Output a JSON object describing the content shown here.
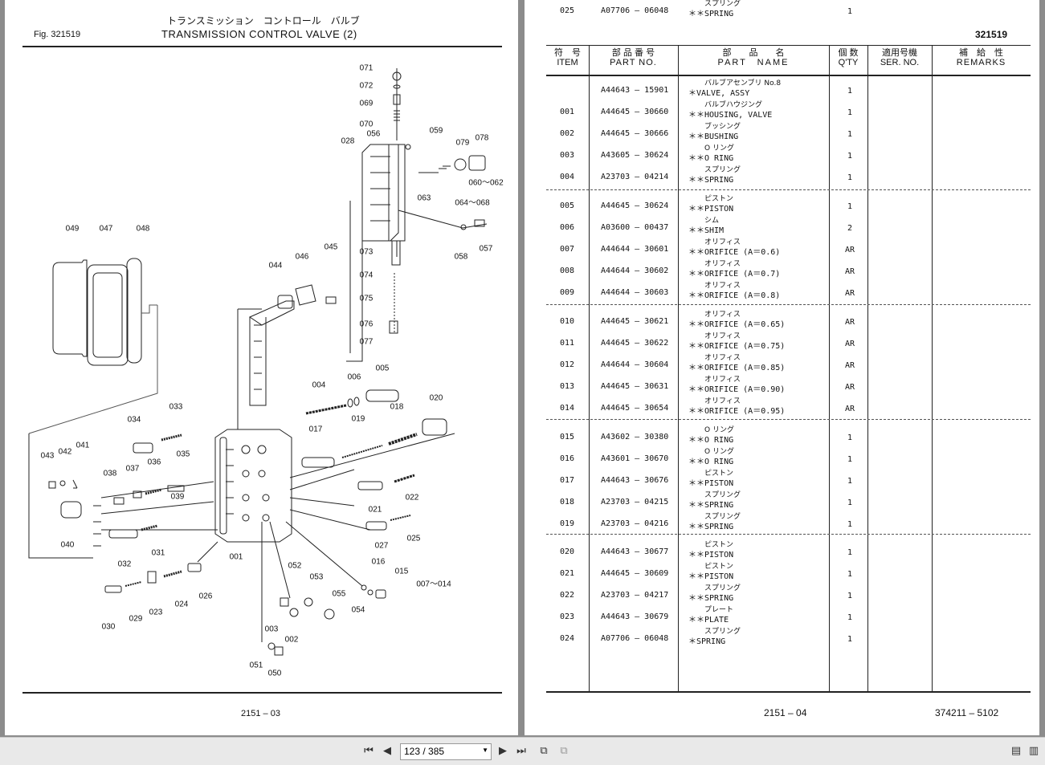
{
  "left_page": {
    "title_jp": "トランスミッション　コントロール　バルブ",
    "fig_label": "Fig. 321519",
    "title_en": "TRANSMISSION CONTROL VALVE (2)",
    "page_number": "2151 – 03",
    "callouts": [
      "071",
      "072",
      "069",
      "070",
      "059",
      "079",
      "078",
      "028",
      "056",
      "063",
      "060～062",
      "064～068",
      "073",
      "074",
      "075",
      "076",
      "077",
      "058",
      "057",
      "049",
      "047",
      "048",
      "044",
      "046",
      "045",
      "004",
      "006",
      "005",
      "020",
      "019",
      "018",
      "017",
      "034",
      "033",
      "043",
      "042",
      "041",
      "038",
      "037",
      "036",
      "035",
      "039",
      "022",
      "021",
      "025",
      "027",
      "040",
      "032",
      "031",
      "001",
      "052",
      "053",
      "016",
      "015",
      "007～014",
      "055",
      "054",
      "003",
      "002",
      "051",
      "050",
      "030",
      "029",
      "023",
      "024",
      "026"
    ]
  },
  "right_page": {
    "fig_number": "321519",
    "headers": {
      "item_jp": "符　号",
      "item_en": "ITEM",
      "part_no_jp": "部 品 番 号",
      "part_no_en": "PART NO.",
      "part_name_jp": "部　　品　　名",
      "part_name_en": "PART　NAME",
      "qty_jp": "個 数",
      "qty_en": "Q'TY",
      "ser_jp": "適用号機",
      "ser_en": "SER. NO.",
      "remarks_jp": "補　給　性",
      "remarks_en": "REMARKS"
    },
    "rows": [
      {
        "item": "",
        "part_no": "A44643 – 15901",
        "name_jp": "バルブアセンブリ No.8",
        "name_en": "＊VALVE, ASSY",
        "qty": "1"
      },
      {
        "item": "001",
        "part_no": "A44645 – 30660",
        "name_jp": "バルブハウジング",
        "name_en": "＊＊HOUSING, VALVE",
        "qty": "1"
      },
      {
        "item": "002",
        "part_no": "A44645 – 30666",
        "name_jp": "ブッシング",
        "name_en": "＊＊BUSHING",
        "qty": "1"
      },
      {
        "item": "003",
        "part_no": "A43605 – 30624",
        "name_jp": "O リング",
        "name_en": "＊＊O  RING",
        "qty": "1"
      },
      {
        "item": "004",
        "part_no": "A23703 – 04214",
        "name_jp": "スプリング",
        "name_en": "＊＊SPRING",
        "qty": "1"
      },
      {
        "item": "005",
        "part_no": "A44645 – 30624",
        "name_jp": "ピストン",
        "name_en": "＊＊PISTON",
        "qty": "1"
      },
      {
        "item": "006",
        "part_no": "A03600 – 00437",
        "name_jp": "シム",
        "name_en": "＊＊SHIM",
        "qty": "2"
      },
      {
        "item": "007",
        "part_no": "A44644 – 30601",
        "name_jp": "オリフィス",
        "name_en": "＊＊ORIFICE (A＝0.6)",
        "qty": "AR"
      },
      {
        "item": "008",
        "part_no": "A44644 – 30602",
        "name_jp": "オリフィス",
        "name_en": "＊＊ORIFICE (A＝0.7)",
        "qty": "AR"
      },
      {
        "item": "009",
        "part_no": "A44644 – 30603",
        "name_jp": "オリフィス",
        "name_en": "＊＊ORIFICE (A＝0.8)",
        "qty": "AR"
      },
      {
        "item": "010",
        "part_no": "A44645 – 30621",
        "name_jp": "オリフィス",
        "name_en": "＊＊ORIFICE (A＝0.65)",
        "qty": "AR"
      },
      {
        "item": "011",
        "part_no": "A44645 – 30622",
        "name_jp": "オリフィス",
        "name_en": "＊＊ORIFICE (A＝0.75)",
        "qty": "AR"
      },
      {
        "item": "012",
        "part_no": "A44644 – 30604",
        "name_jp": "オリフィス",
        "name_en": "＊＊ORIFICE (A＝0.85)",
        "qty": "AR"
      },
      {
        "item": "013",
        "part_no": "A44645 – 30631",
        "name_jp": "オリフィス",
        "name_en": "＊＊ORIFICE (A＝0.90)",
        "qty": "AR"
      },
      {
        "item": "014",
        "part_no": "A44645 – 30654",
        "name_jp": "オリフィス",
        "name_en": "＊＊ORIFICE (A＝0.95)",
        "qty": "AR"
      },
      {
        "item": "015",
        "part_no": "A43602 – 30380",
        "name_jp": "O リング",
        "name_en": "＊＊O  RING",
        "qty": "1"
      },
      {
        "item": "016",
        "part_no": "A43601 – 30670",
        "name_jp": "O リング",
        "name_en": "＊＊O  RING",
        "qty": "1"
      },
      {
        "item": "017",
        "part_no": "A44643 – 30676",
        "name_jp": "ピストン",
        "name_en": "＊＊PISTON",
        "qty": "1"
      },
      {
        "item": "018",
        "part_no": "A23703 – 04215",
        "name_jp": "スプリング",
        "name_en": "＊＊SPRING",
        "qty": "1"
      },
      {
        "item": "019",
        "part_no": "A23703 – 04216",
        "name_jp": "スプリング",
        "name_en": "＊＊SPRING",
        "qty": "1"
      },
      {
        "item": "020",
        "part_no": "A44643 – 30677",
        "name_jp": "ピストン",
        "name_en": "＊＊PISTON",
        "qty": "1"
      },
      {
        "item": "021",
        "part_no": "A44645 – 30609",
        "name_jp": "ピストン",
        "name_en": "＊＊PISTON",
        "qty": "1"
      },
      {
        "item": "022",
        "part_no": "A23703 – 04217",
        "name_jp": "スプリング",
        "name_en": "＊＊SPRING",
        "qty": "1"
      },
      {
        "item": "023",
        "part_no": "A44643 – 30679",
        "name_jp": "プレート",
        "name_en": "＊＊PLATE",
        "qty": "1"
      },
      {
        "item": "024",
        "part_no": "A07706 – 06048",
        "name_jp": "スプリング",
        "name_en": "＊SPRING",
        "qty": "1"
      },
      {
        "item": "025",
        "part_no": "A07706 – 06048",
        "name_jp": "スプリング",
        "name_en": "＊＊SPRING",
        "qty": "1"
      }
    ],
    "page_number": "2151 – 04",
    "doc_code": "374211 – 5102"
  },
  "toolbar": {
    "page_indicator": "123 / 385",
    "icons": [
      "first-page-icon",
      "prev-page-icon",
      "next-page-icon",
      "last-page-icon",
      "two-page-view-icon",
      "continuous-view-icon",
      "single-page-icon",
      "facing-pages-icon"
    ]
  }
}
